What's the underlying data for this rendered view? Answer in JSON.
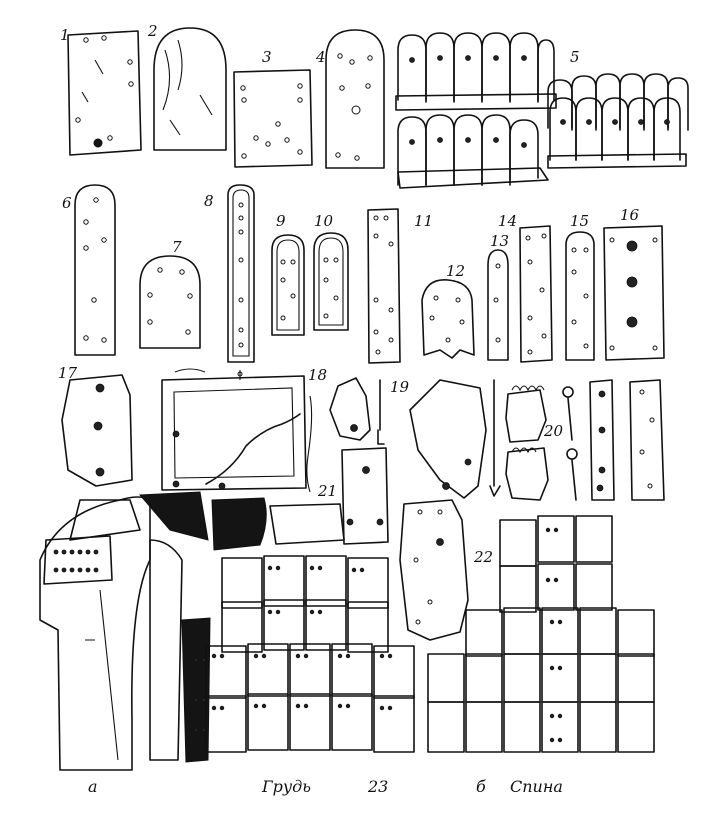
{
  "figure_labels": {
    "n1": "1",
    "n2": "2",
    "n3": "3",
    "n4": "4",
    "n5": "5",
    "n6": "6",
    "n7": "7",
    "n8": "8",
    "n9": "9",
    "n10": "10",
    "n11": "11",
    "n12": "12",
    "n13": "13",
    "n14": "14",
    "n15": "15",
    "n16": "16",
    "n17": "17",
    "n18": "18",
    "n19": "19",
    "n20": "20",
    "n21": "21",
    "n22": "22",
    "n23": "23"
  },
  "captions": {
    "a": "а",
    "b": "б",
    "chest": "Грудь",
    "back": "Спина"
  },
  "colors": {
    "ink": "#111111",
    "paper": "#ffffff"
  }
}
